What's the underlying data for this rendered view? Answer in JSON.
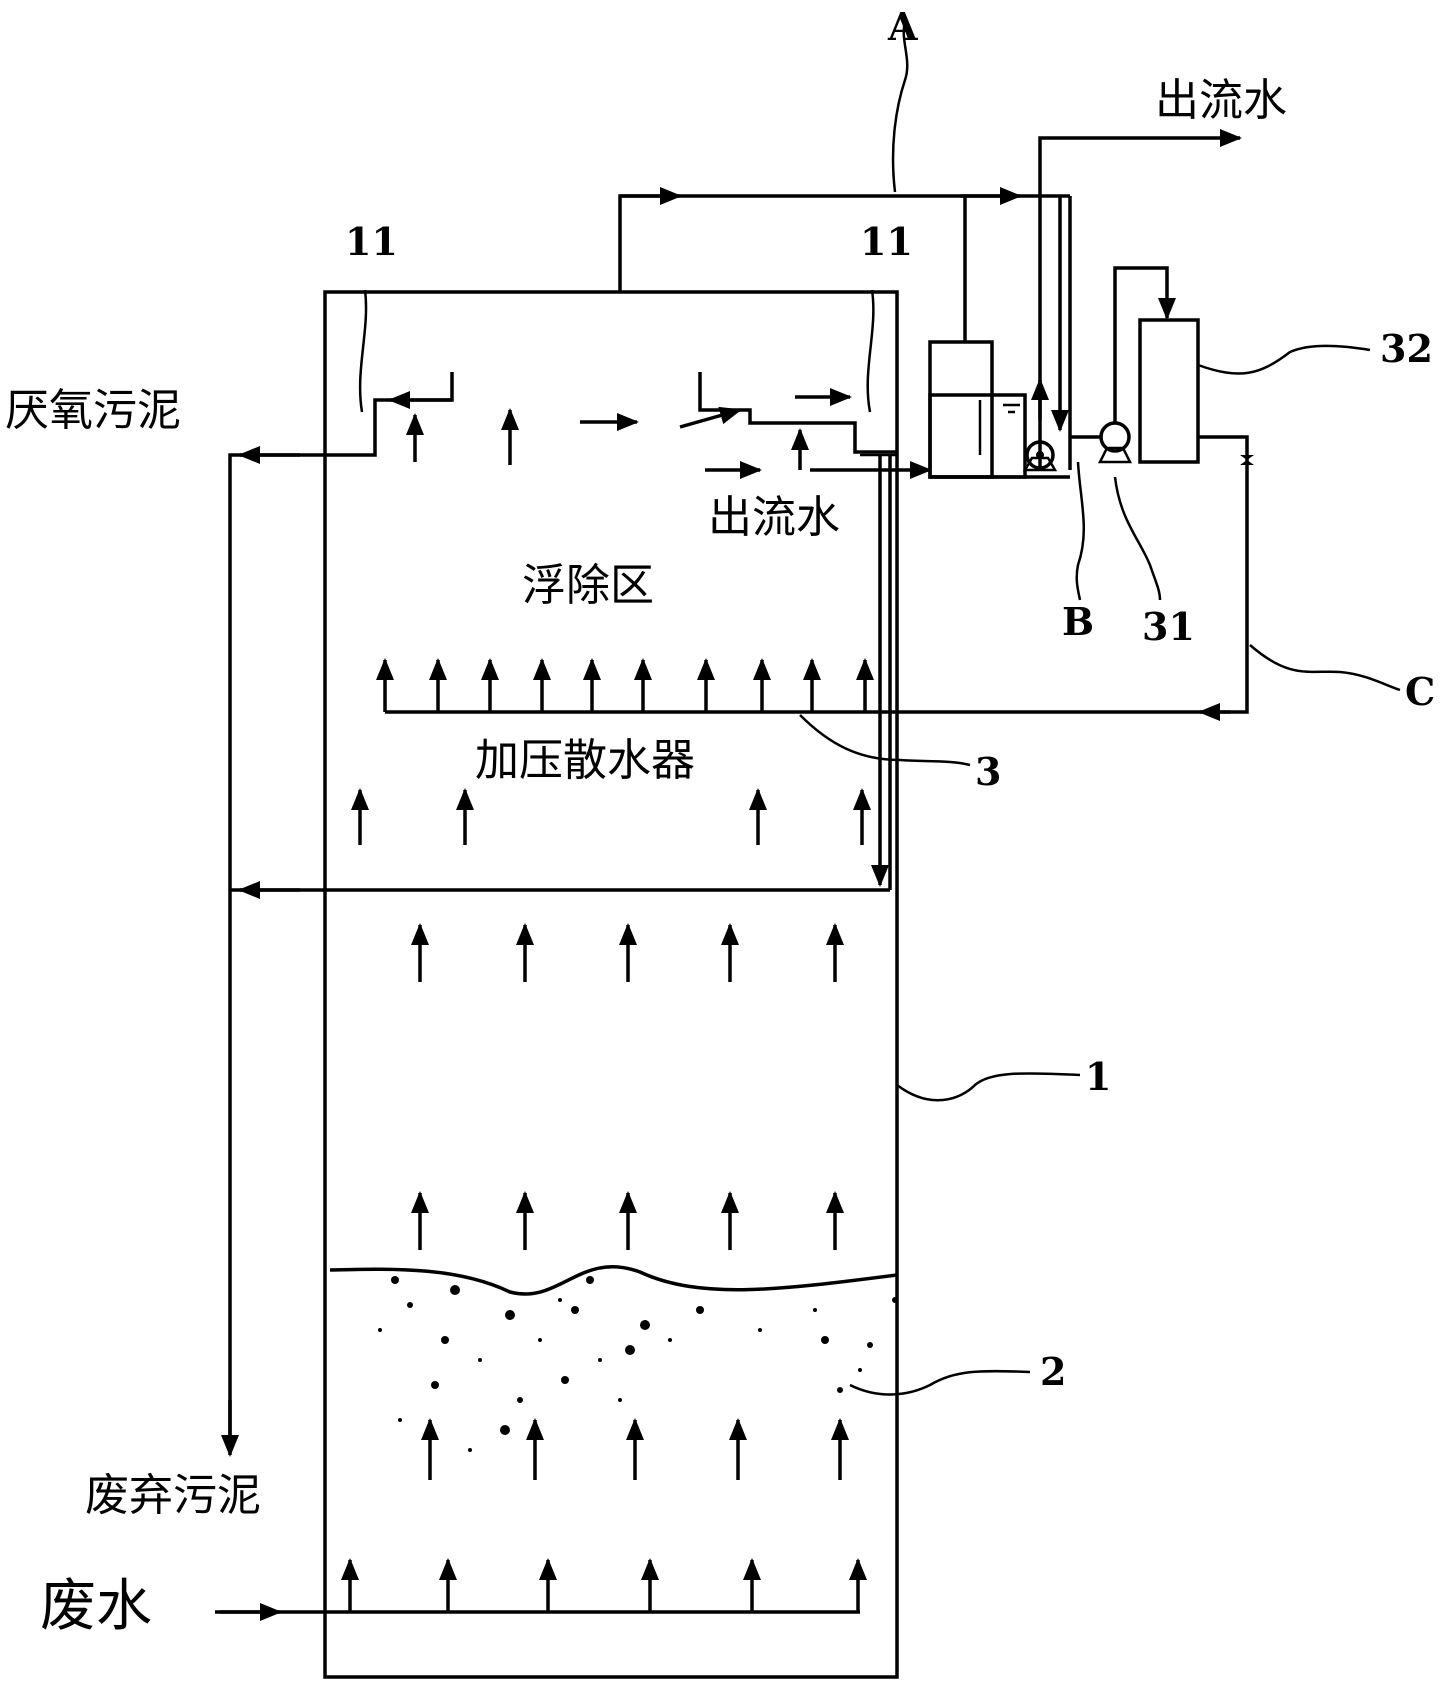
{
  "labels": {
    "anaerobic_sludge": "厌氧污泥",
    "waste_sludge": "废弃污泥",
    "wastewater": "废水",
    "effluent_top": "出流水",
    "effluent_inner": "出流水",
    "flotation_zone": "浮除区",
    "pressurized_distributor": "加压散水器"
  },
  "refs": {
    "A": "A",
    "B": "B",
    "C": "C",
    "r1": "1",
    "r2": "2",
    "r3": "3",
    "r11_left": "11",
    "r11_right": "11",
    "r31": "31",
    "r32": "32"
  }
}
